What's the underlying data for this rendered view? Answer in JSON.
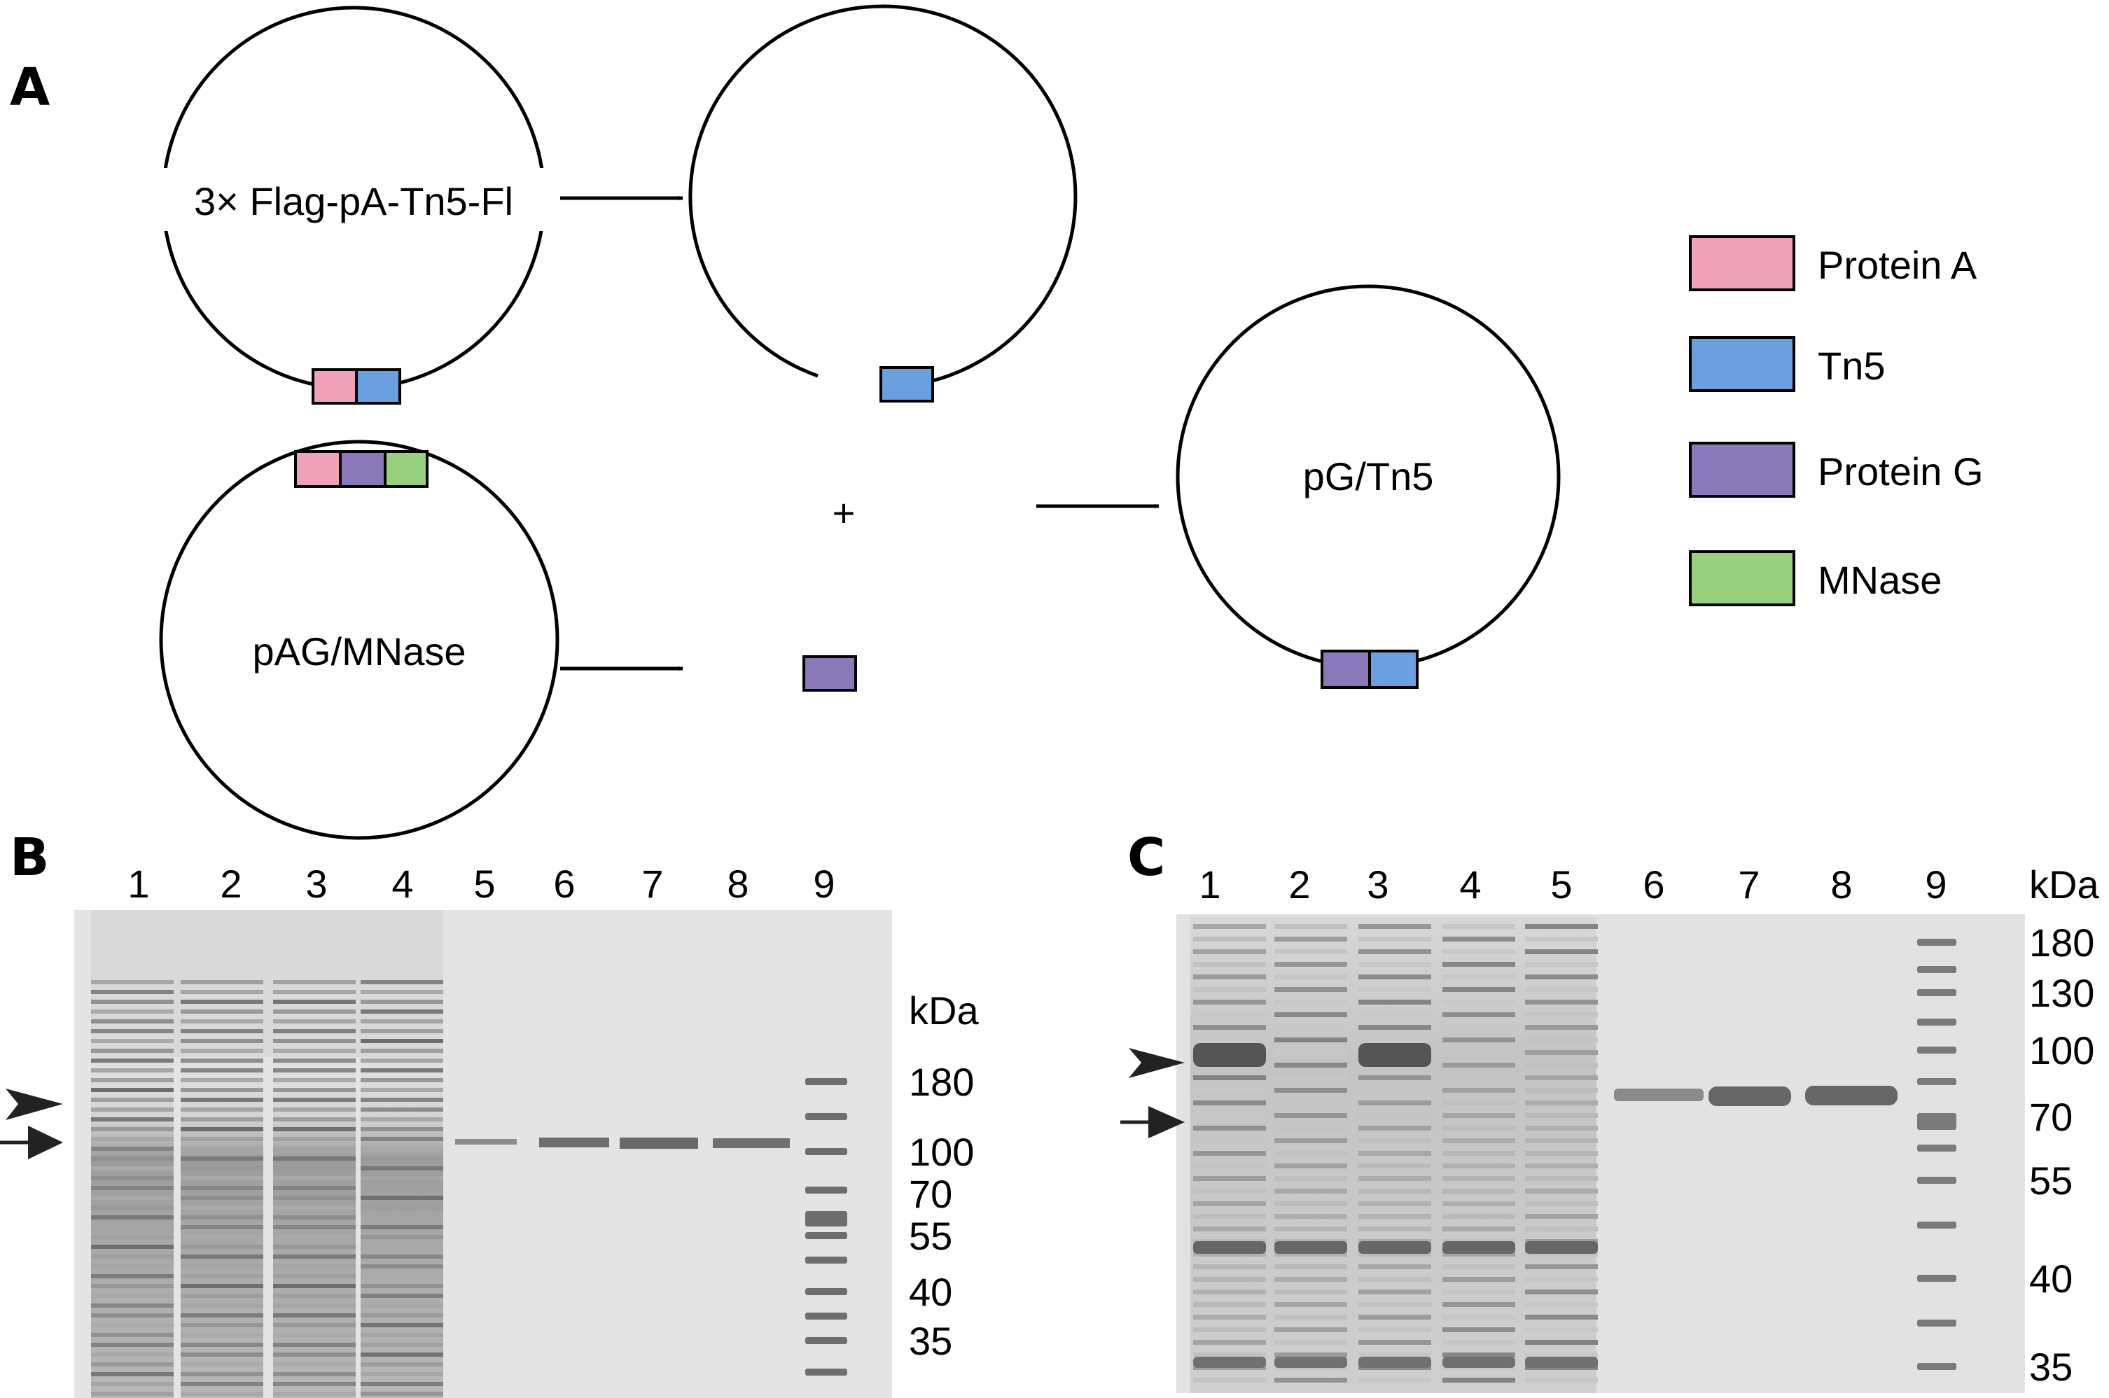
{
  "panels": {
    "A": {
      "letter": "A",
      "plasmid_1": "3× Flag-pA-Tn5-Fl",
      "plasmid_2": "pAG/MNase",
      "product": "pG/Tn5",
      "plus": "+",
      "legend": [
        {
          "label": "Protein A",
          "color": "#f0a0b8"
        },
        {
          "label": "Tn5",
          "color": "#6a9fe0"
        },
        {
          "label": "Protein G",
          "color": "#8a78b8"
        },
        {
          "label": "MNase",
          "color": "#98d080"
        }
      ]
    },
    "B": {
      "letter": "B",
      "lanes": [
        "1",
        "2",
        "3",
        "4",
        "5",
        "6",
        "7",
        "8",
        "9"
      ],
      "unit": "kDa",
      "markers": [
        "180",
        "100",
        "70",
        "55",
        "40",
        "35"
      ]
    },
    "C": {
      "letter": "C",
      "lanes": [
        "1",
        "2",
        "3",
        "4",
        "5",
        "6",
        "7",
        "8",
        "9"
      ],
      "unit": "kDa",
      "markers": [
        "180",
        "130",
        "100",
        "70",
        "55",
        "40",
        "35"
      ]
    }
  },
  "colors": {
    "gel_background": "#dcdcdc",
    "band_dark": "#5a5a5a"
  }
}
